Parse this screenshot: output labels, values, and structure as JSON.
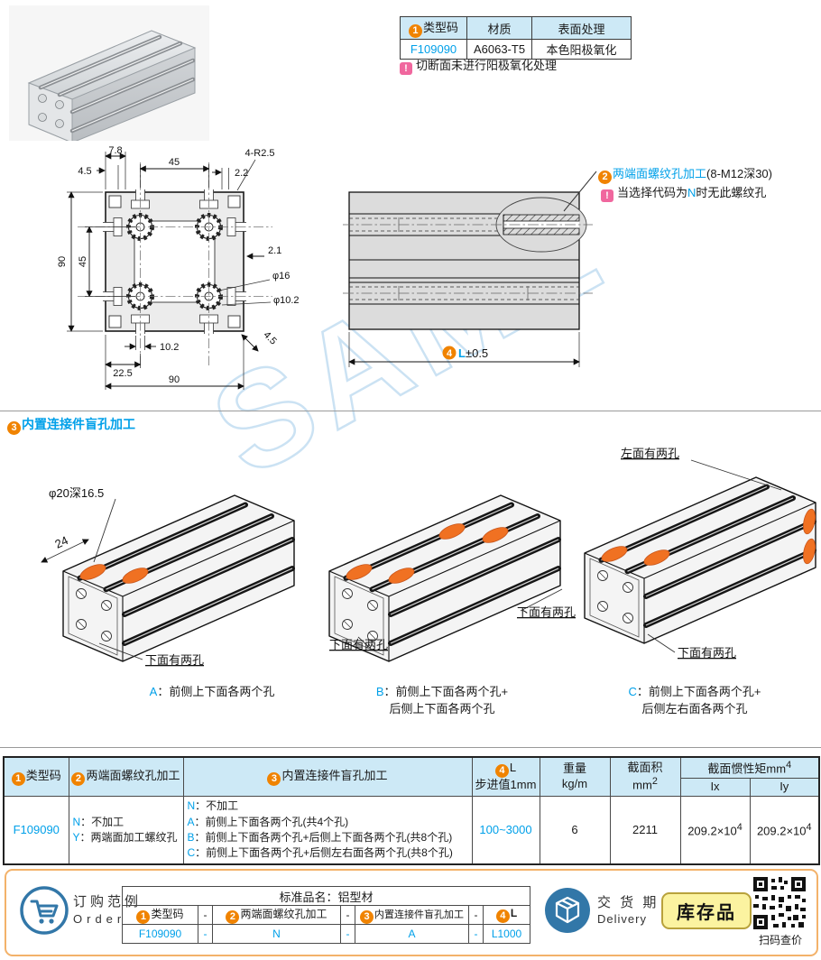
{
  "brand_watermark": "SAML",
  "top_info": {
    "h1_num": "1",
    "h1": "类型码",
    "h2": "材质",
    "h3": "表面处理",
    "code": "F109090",
    "material": "A6063-T5",
    "surface": "本色阳极氧化",
    "note_icon": "!",
    "note": "切断面未进行阳极氧化处理"
  },
  "cross_section": {
    "dim_7_8": "7.8",
    "dim_4_5_top": "4.5",
    "dim_45_top": "45",
    "dim_corner_r": "4-R2.5",
    "dim_2_2": "2.2",
    "dim_90_left": "90",
    "dim_45_left": "45",
    "dim_2_1": "2.1",
    "dim_phi16": "φ16",
    "dim_phi10_2": "φ10.2",
    "dim_4_5_diag": "4.5",
    "dim_10_2": "10.2",
    "dim_22_5": "22.5",
    "dim_90_bottom": "90"
  },
  "side_view": {
    "callout_num": "2",
    "callout_title": "两端面螺纹孔加工",
    "callout_spec": "(8-M12深30)",
    "note_icon": "!",
    "note_pre": "当选择代码为",
    "note_code": "N",
    "note_post": "时无此螺纹孔",
    "len_num": "4",
    "len_label": "L",
    "len_tol": "±0.5"
  },
  "blind_hole_section": {
    "num": "3",
    "title": "内置连接件盲孔加工",
    "dim_hole": "φ20深16.5",
    "dim_pitch": "24",
    "label_bottom": "下面有两孔",
    "label_left": "左面有两孔",
    "variants": [
      {
        "key": "A",
        "sep": "：",
        "line1": "前侧上下面各两个孔",
        "line2": ""
      },
      {
        "key": "B",
        "sep": "：",
        "line1": "前侧上下面各两个孔+",
        "line2": "后侧上下面各两个孔"
      },
      {
        "key": "C",
        "sep": "：",
        "line1": "前侧上下面各两个孔+",
        "line2": "后侧左右面各两个孔"
      }
    ]
  },
  "spec_table": {
    "h_code_num": "1",
    "h_code": "类型码",
    "h_thread_num": "2",
    "h_thread": "两端面螺纹孔加工",
    "h_blind_num": "3",
    "h_blind": "内置连接件盲孔加工",
    "h_len_num": "4",
    "h_len_l": "L",
    "h_len_sub": "步进值1mm",
    "h_weight": "重量",
    "h_weight_unit": "kg/m",
    "h_area": "截面积",
    "h_area_unit": "mm",
    "h_area_sup": "2",
    "h_inertia": "截面惯性矩mm",
    "h_inertia_sup": "4",
    "h_ix": "Ix",
    "h_iy": "Iy",
    "row": {
      "code": "F109090",
      "thread_options": [
        {
          "k": "N",
          "t": "：不加工"
        },
        {
          "k": "Y",
          "t": "：两端面加工螺纹孔"
        }
      ],
      "blind_options": [
        {
          "k": "N",
          "t": "：不加工"
        },
        {
          "k": "A",
          "t": "：前侧上下面各两个孔(共4个孔)"
        },
        {
          "k": "B",
          "t": "：前侧上下面各两个孔+后侧上下面各两个孔(共8个孔)"
        },
        {
          "k": "C",
          "t": "：前侧上下面各两个孔+后侧左右面各两个孔(共8个孔)"
        }
      ],
      "len_range": "100~3000",
      "weight": "6",
      "area": "2211",
      "ix_base": "209.2×10",
      "ix_sup": "4",
      "iy_base": "209.2×10",
      "iy_sup": "4"
    }
  },
  "order": {
    "title": "订购范例",
    "subtitle": "Order",
    "product_label": "标准品名：铝型材",
    "h1_num": "1",
    "h1": "类型码",
    "h2_num": "2",
    "h2": "两端面螺纹孔加工",
    "h3_num": "3",
    "h3": "内置连接件盲孔加工",
    "h4_num": "4",
    "h4": "L",
    "dash": "-",
    "v_code": "F109090",
    "v_thread": "N",
    "v_blind": "A",
    "v_len": "L1000"
  },
  "delivery": {
    "title": "交 货 期",
    "subtitle": "Delivery",
    "badge": "库存品",
    "qr_label": "扫码查价"
  }
}
